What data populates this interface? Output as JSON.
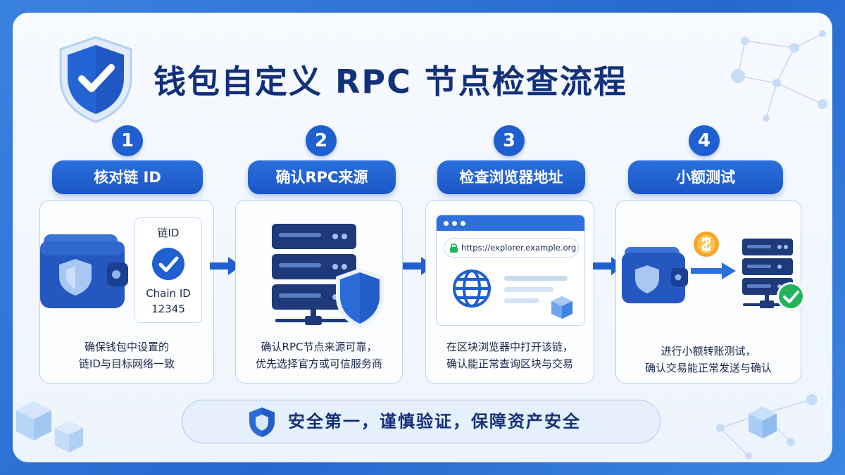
{
  "title": "钱包自定义 RPC 节点检查流程",
  "steps": [
    {
      "number": "1",
      "title": "核对链 ID",
      "desc_line1": "确保钱包中设置的",
      "desc_line2": "链ID与目标网络一致"
    },
    {
      "number": "2",
      "title": "确认RPC来源",
      "desc_line1": "确认RPC节点来源可靠，",
      "desc_line2": "优先选择官方或可信服务商"
    },
    {
      "number": "3",
      "title": "检查浏览器地址",
      "desc_line1": "在区块浏览器中打开该链，",
      "desc_line2": "确认能正常查询区块与交易"
    },
    {
      "number": "4",
      "title": "小额测试",
      "desc_line1": "进行小额转账测试，",
      "desc_line2": "确认交易能正常发送与确认"
    }
  ],
  "chain_card": {
    "label_top": "链ID",
    "label_name": "Chain ID",
    "value": "12345"
  },
  "browser": {
    "url": "https://explorer.example.org"
  },
  "footer": {
    "text": "安全第一，谨慎验证，保障资产安全"
  },
  "colors": {
    "primary": "#1f5fd0",
    "title": "#13317a",
    "accent_green": "#22b35e",
    "coin": "#f5a623"
  },
  "icons": [
    "shield-check-icon",
    "wallet-icon",
    "check-icon",
    "server-icon",
    "shield-icon",
    "lock-icon",
    "globe-icon",
    "cube-icon",
    "coin-icon",
    "arrow-right-icon"
  ]
}
